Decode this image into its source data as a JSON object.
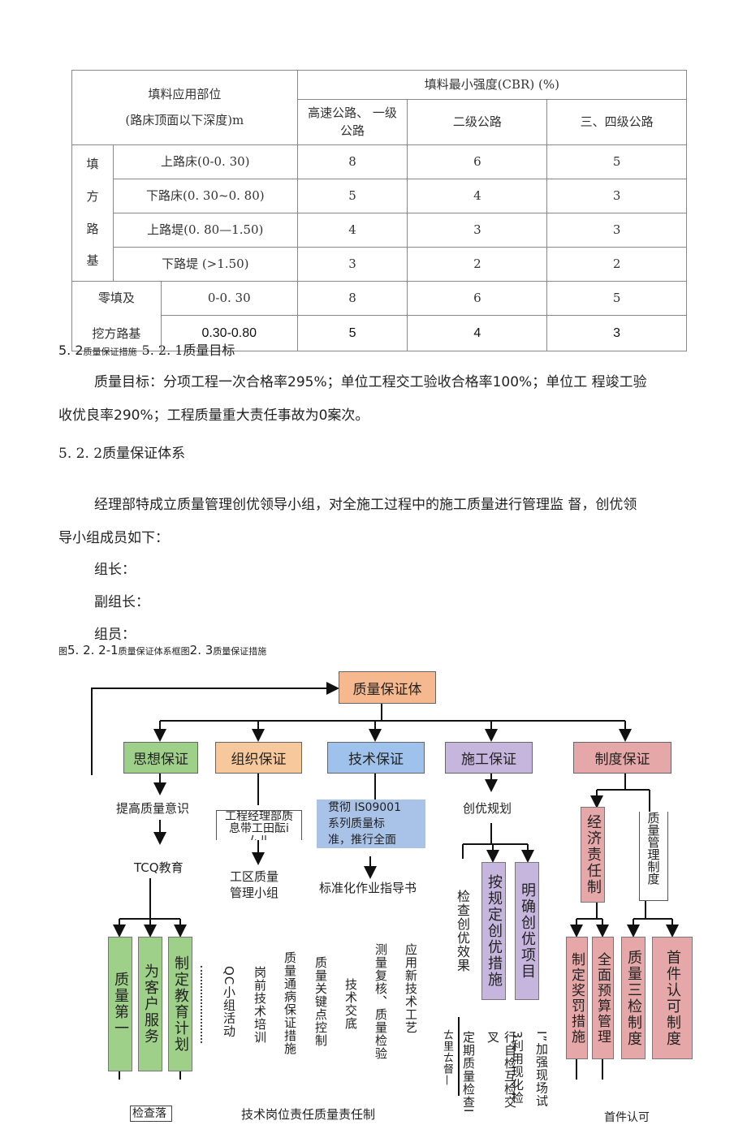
{
  "table": {
    "header_left_1": "填料应用部位",
    "header_left_2": "(路床顶面以下深度)m",
    "header_right": "填料最小强度(CBR) (%)",
    "col1": "高速公路、 一级公路",
    "col2": "二级公路",
    "col3": "三、四级公路",
    "group1_chars": [
      "填",
      "方",
      "路",
      "基"
    ],
    "group2_line1": "零填及",
    "group2_line2": "挖方路基",
    "rows": [
      {
        "part": "上路床(0-0. 30)",
        "v1": "8",
        "v2": "6",
        "v3": "5"
      },
      {
        "part": "下路床(0. 30~0. 80)",
        "v1": "5",
        "v2": "4",
        "v3": "3"
      },
      {
        "part": "上路堤(0. 80—1.50)",
        "v1": "4",
        "v2": "3",
        "v3": "3"
      },
      {
        "part": "下路堤 (>1.50)",
        "v1": "3",
        "v2": "2",
        "v3": "2"
      },
      {
        "part": "0-0. 30",
        "v1": "8",
        "v2": "6",
        "v3": "5"
      },
      {
        "part": "0.30-0.80",
        "v1": "5",
        "v2": "4",
        "v3": "3"
      }
    ]
  },
  "text": {
    "sec52_big": "5. 2",
    "sec52_small": "质量保证措施",
    "sec521": "5. 2. 1质量目标",
    "goal_line1": "质量目标：分项工程一次合格率295%；单位工程交工验收合格率100%；单位工 程竣工验",
    "goal_line2": "收优良率290%；工程质量重大责任事故为0案次。",
    "sec522": "5. 2. 2质量保证体系",
    "org_line1": "经理部特成立质量管理创优领导小组，对全施工过程中的施工质量进行管理监 督，创优领",
    "org_line2": "导小组成员如下：",
    "leader": "组长：",
    "deputy": "副组长：",
    "members": "组员：",
    "fig_prefix": "图",
    "fig_big1": "5. 2. 2-1",
    "fig_small1": "质量保证体系框图",
    "fig_big2": "2. 3",
    "fig_small2": "质量保证措施"
  },
  "diagram": {
    "root": "质量保证体",
    "cats": [
      "思想保证",
      "组织保证",
      "技术保证",
      "施工保证",
      "制度保证"
    ],
    "think_1": "提高质量意识",
    "think_2": "TCQ教育",
    "think_v": [
      "质量第一",
      "为客户服务",
      "制定教育计划"
    ],
    "org_box_l1": "工程经理部质",
    "org_box_l2": "息带工田酝i",
    "org_box_l3": "ムル",
    "org_2_l1": "工区质量",
    "org_2_l2": "管理小组",
    "tech_box_l1": "贯彻 IS09001",
    "tech_box_l2": "系列质量标",
    "tech_box_l3": "准，推行全面",
    "tech_2": "标准化作业指导书",
    "cons_1": "创优规划",
    "cons_v_left": "检查创优效果",
    "cons_v": [
      "按规定创优措施",
      "明确创优项目"
    ],
    "sys_v1": "经济责任制",
    "sys_v2": "质量管理制度",
    "sys_v": [
      "制定奖罚措施",
      "全面预算管理",
      "质量三检制度",
      "首件认可制度"
    ],
    "mid_v": [
      "QC小组活动",
      "岗前技术培训",
      "质量通病保证措施",
      "质量关键点控制",
      "技术交底",
      "测量复核、质量检验",
      "应用新技术工艺"
    ],
    "bottom_v": [
      "ㄊ里ㄊ督—",
      "定期质量检查I",
      "行自检互检交叉",
      "3利用现化检",
      "I”加强现场试"
    ],
    "bottom_box": "检查落",
    "bottom_text": "技术岗位责任质量责任制",
    "bottom_right": "首件认可"
  }
}
